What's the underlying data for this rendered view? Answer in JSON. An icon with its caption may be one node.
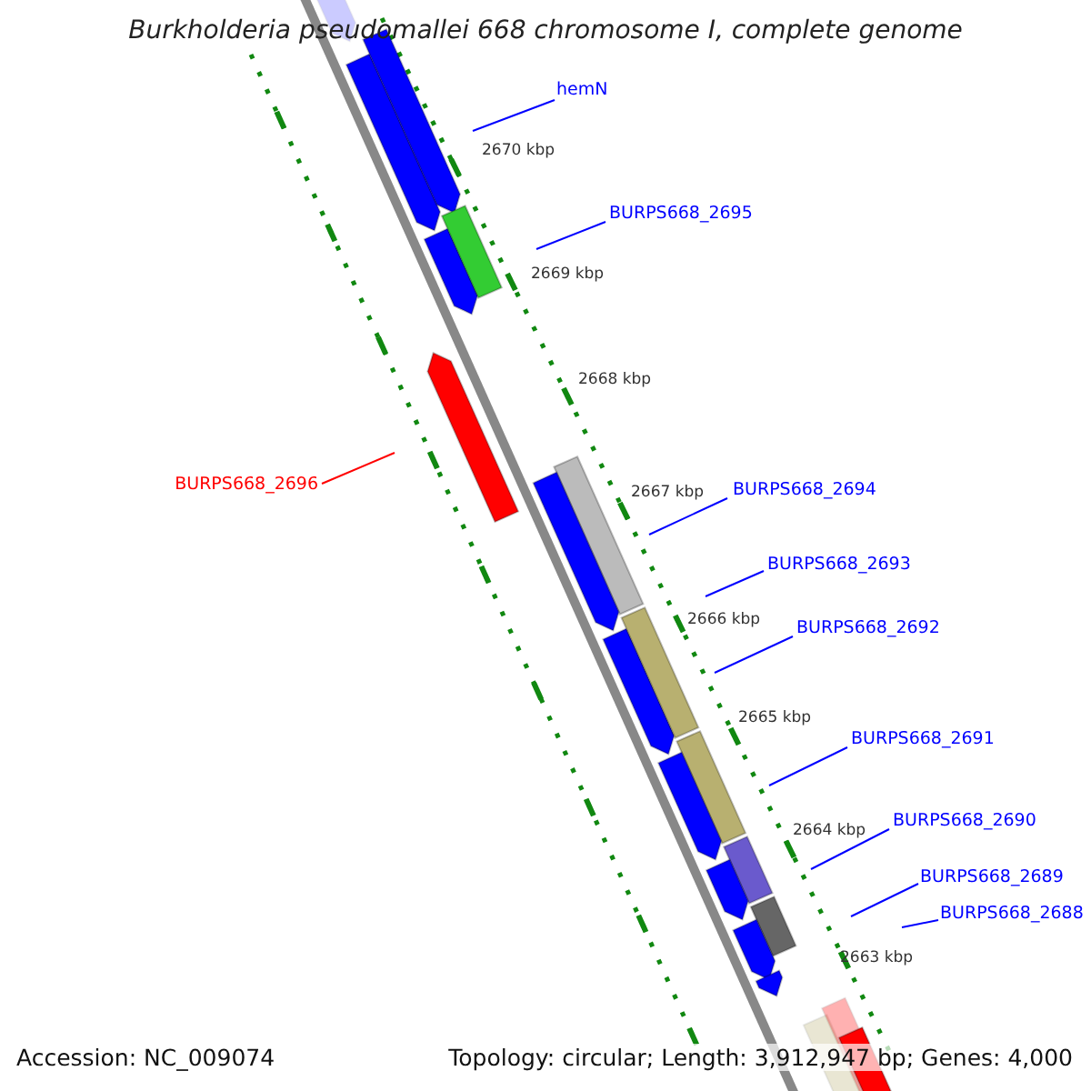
{
  "diagram": {
    "title": "Burkholderia pseudomallei 668 chromosome I, complete genome",
    "nodes": [
      {
        "text": [
          "hemN"
        ]
      },
      {
        "text": [
          "BURPS668_2695"
        ]
      },
      {
        "text": [
          "BURPS668_2696"
        ]
      },
      {
        "text": [
          "BURPS668_2694"
        ]
      },
      {
        "text": [
          "BURPS668_2693"
        ]
      },
      {
        "text": [
          "BURPS668_2692"
        ]
      },
      {
        "text": [
          "BURPS668_2691"
        ]
      },
      {
        "text": [
          "BURPS668_2690"
        ]
      },
      {
        "text": [
          "BURPS668_2689"
        ]
      },
      {
        "text": [
          "BURPS668_2688"
        ]
      }
    ],
    "edges": [
      {
        "from": 0,
        "to": null,
        "arrow": "none"
      },
      {
        "from": 1,
        "to": null,
        "arrow": "none"
      },
      {
        "from": 2,
        "to": null,
        "arrow": "none",
        "color": "#ff0000"
      },
      {
        "from": 3,
        "to": null,
        "arrow": "none"
      },
      {
        "from": 4,
        "to": null,
        "arrow": "none"
      },
      {
        "from": 5,
        "to": null,
        "arrow": "none"
      },
      {
        "from": 6,
        "to": null,
        "arrow": "none"
      },
      {
        "from": 7,
        "to": null,
        "arrow": "none"
      },
      {
        "from": 8,
        "to": null,
        "arrow": "none"
      },
      {
        "from": 9,
        "to": null,
        "arrow": "none"
      }
    ],
    "labels": [
      "2670 kbp",
      "2669 kbp",
      "2668 kbp",
      "2667 kbp",
      "2666 kbp",
      "2665 kbp",
      "2664 kbp",
      "2663 kbp",
      "Accession: NC_009074",
      "Topology: circular; Length: 3,912,947 bp; Genes: 4,000"
    ]
  }
}
